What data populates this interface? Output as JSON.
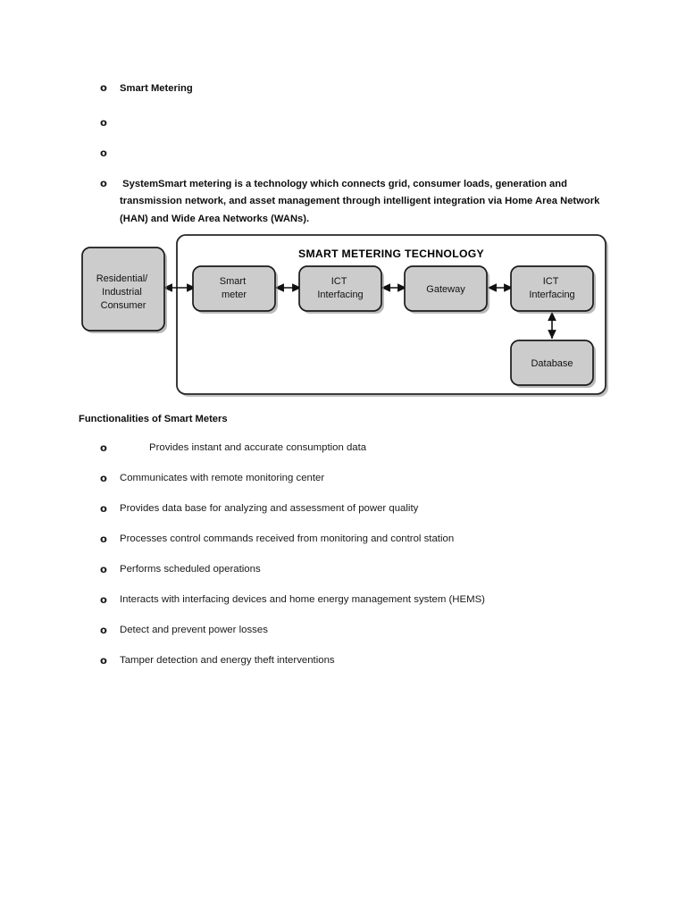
{
  "document": {
    "top_bullets": [
      {
        "marker": "o",
        "text": "Smart Metering"
      },
      {
        "marker": "o",
        "text": ""
      },
      {
        "marker": "o",
        "text": ""
      },
      {
        "marker": "o",
        "text": " SystemSmart metering is a technology which connects grid, consumer loads, generation and transmission network, and asset management through intelligent integration via Home Area Network (HAN) and Wide Area Networks (WANs)."
      }
    ],
    "diagram": {
      "title": "SMART METERING TECHNOLOGY",
      "external_node": {
        "label_lines": [
          "Residential/",
          "Industrial",
          "Consumer"
        ]
      },
      "nodes": [
        {
          "id": "smart-meter",
          "label_lines": [
            "Smart",
            "meter"
          ]
        },
        {
          "id": "ict-interfacing-1",
          "label_lines": [
            "ICT",
            "Interfacing"
          ]
        },
        {
          "id": "gateway",
          "label_lines": [
            "Gateway"
          ]
        },
        {
          "id": "ict-interfacing-2",
          "label_lines": [
            "ICT",
            "Interfacing"
          ]
        },
        {
          "id": "database",
          "label_lines": [
            "Database"
          ]
        }
      ],
      "connections": [
        {
          "from": "consumer",
          "to": "smart-meter",
          "style": "double-arrow"
        },
        {
          "from": "smart-meter",
          "to": "ict-interfacing-1",
          "style": "double-arrow"
        },
        {
          "from": "ict-interfacing-1",
          "to": "gateway",
          "style": "double-arrow"
        },
        {
          "from": "gateway",
          "to": "ict-interfacing-2",
          "style": "double-arrow"
        },
        {
          "from": "ict-interfacing-2",
          "to": "database",
          "style": "double-arrow-vertical"
        }
      ],
      "colors": {
        "node_fill": "#cccccc",
        "node_stroke": "#1a1a1a",
        "container_stroke": "#262626",
        "container_fill": "#ffffff",
        "shadow": "#808080"
      }
    },
    "section_heading": "Functionalities of Smart Meters",
    "functionalities": [
      {
        "marker": "o",
        "text": "Provides instant and accurate consumption data",
        "indented": true
      },
      {
        "marker": "o",
        "text": "Communicates with remote monitoring center",
        "indented": false
      },
      {
        "marker": "o",
        "text": "Provides data base for analyzing and assessment of power quality",
        "indented": false
      },
      {
        "marker": "o",
        "text": "Processes control commands received from monitoring and control station",
        "indented": false
      },
      {
        "marker": "o",
        "text": "Performs scheduled operations",
        "indented": false
      },
      {
        "marker": "o",
        "text": "Interacts with interfacing devices and home energy management system (HEMS)",
        "indented": false
      },
      {
        "marker": "o",
        "text": "Detect and prevent power losses",
        "indented": false
      },
      {
        "marker": "o",
        "text": "Tamper detection and energy theft interventions",
        "indented": false
      }
    ]
  }
}
